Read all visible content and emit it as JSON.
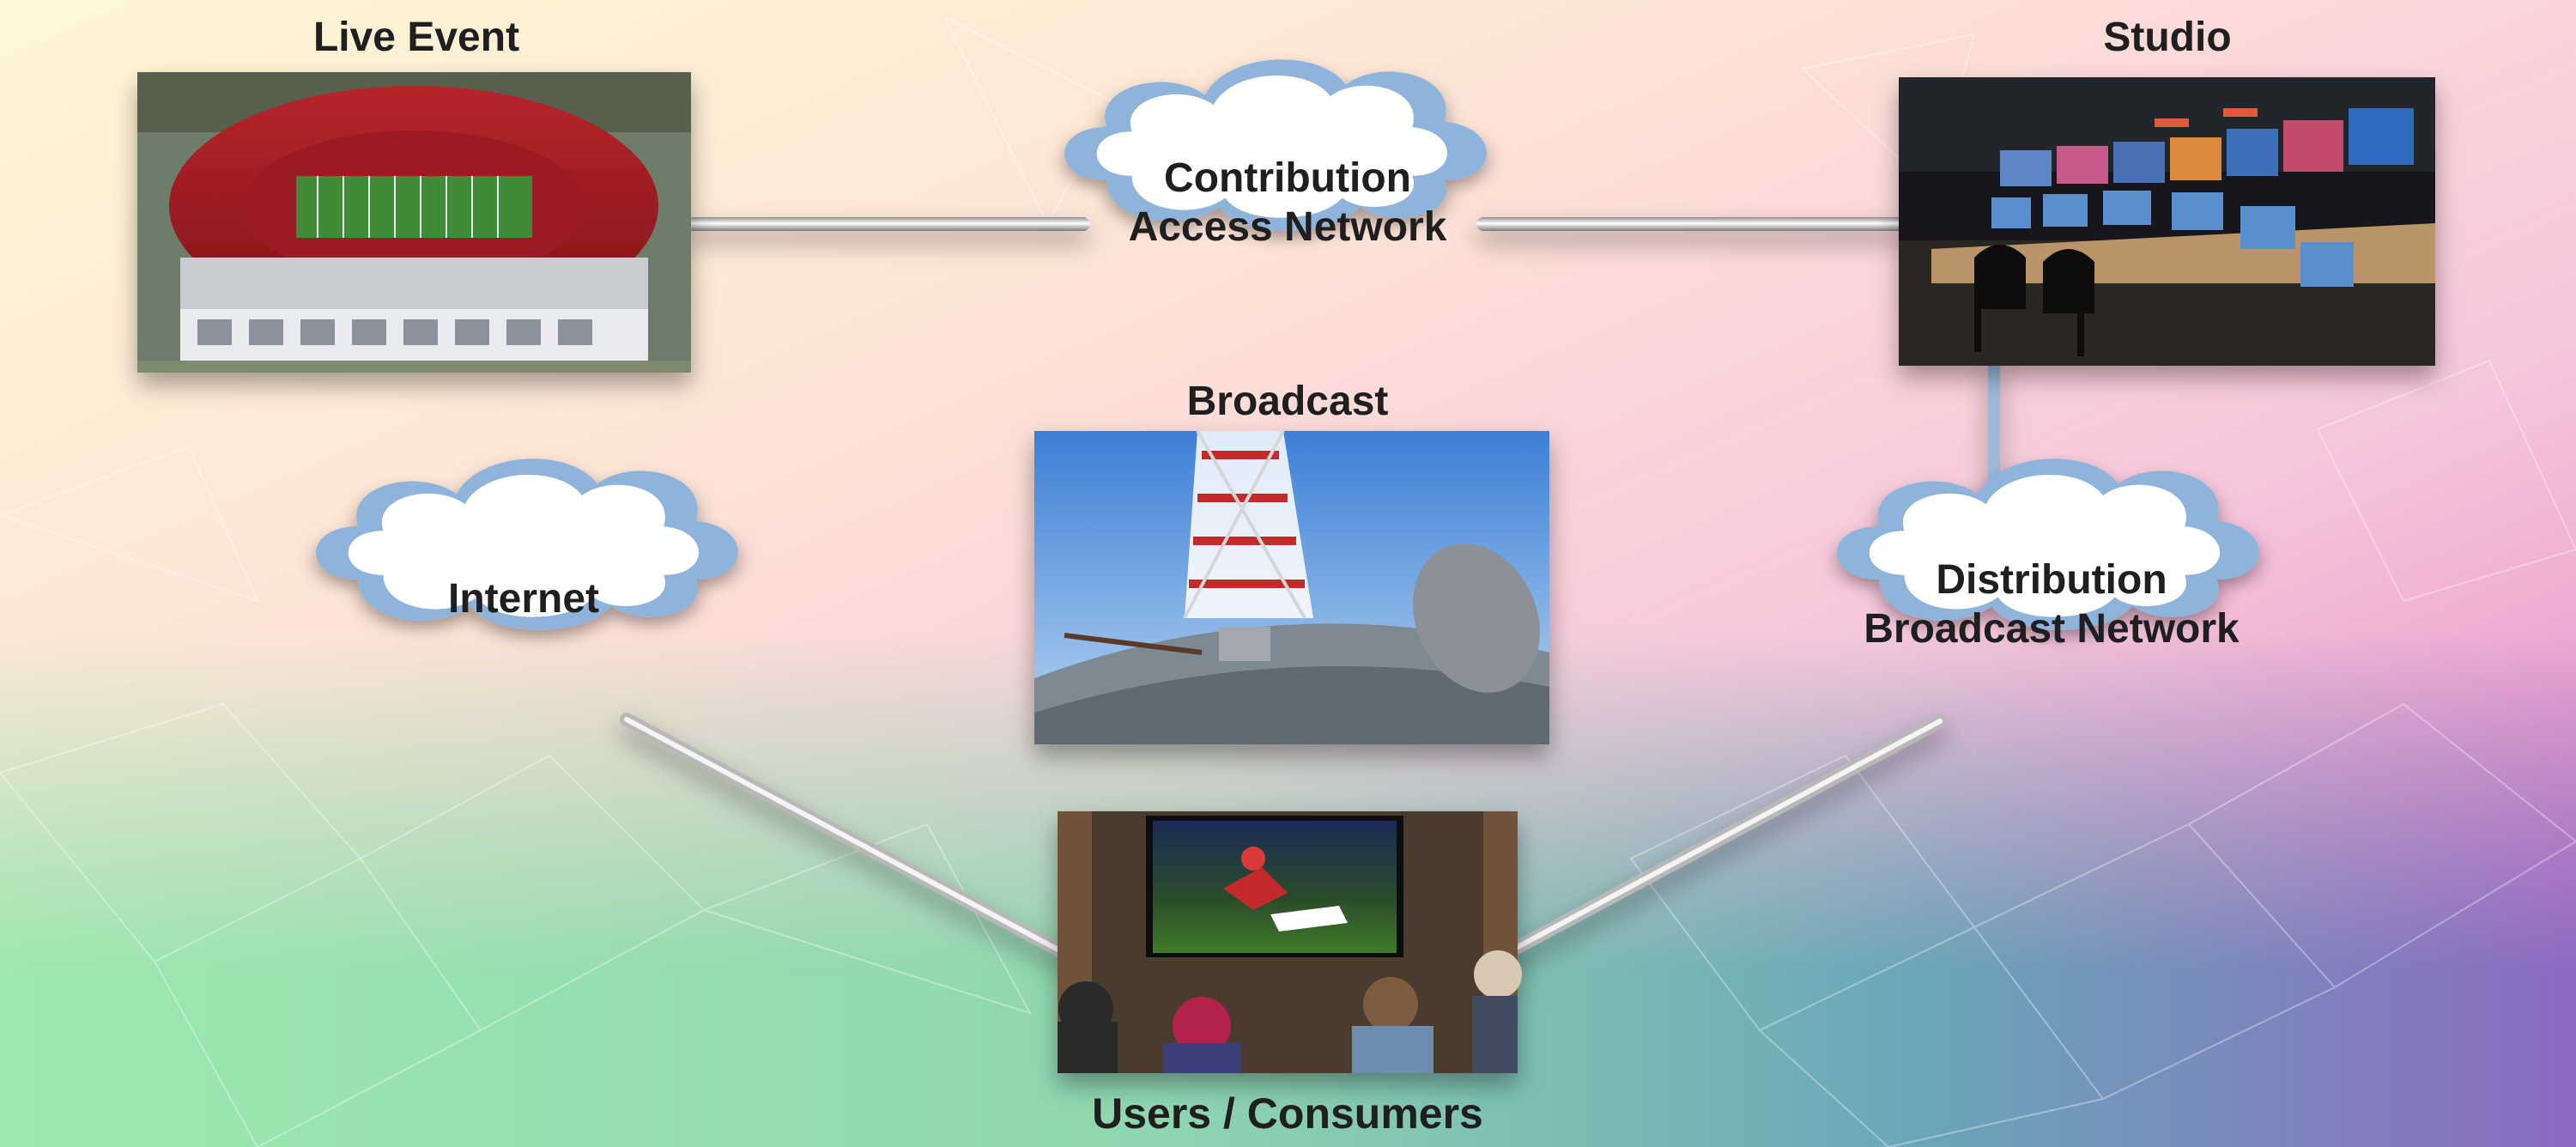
{
  "nodes": {
    "live_event": {
      "title": "Live Event",
      "image": "stadium-aerial-photo"
    },
    "studio": {
      "title": "Studio",
      "image": "broadcast-control-room-photo"
    },
    "broadcast": {
      "title": "Broadcast",
      "image": "transmission-tower-photo"
    },
    "users": {
      "title": "Users / Consumers",
      "image": "fans-watching-football-tv-photo"
    }
  },
  "clouds": {
    "contribution": {
      "line1": "Contribution",
      "line2": "Access Network"
    },
    "internet": {
      "line1": "Internet"
    },
    "distribution": {
      "line1": "Distribution",
      "line2": "Broadcast Network"
    }
  },
  "colors": {
    "cloud_outline": "#8fb4dc",
    "cloud_fill": "#ffffff",
    "connector": "#c9c9c9",
    "text": "#1f1f1f"
  }
}
